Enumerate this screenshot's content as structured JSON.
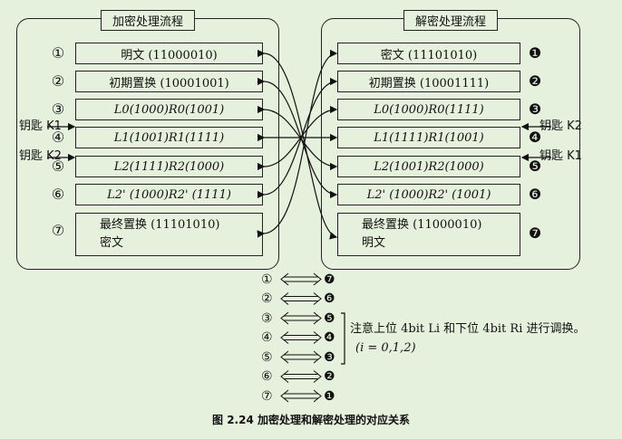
{
  "encrypt": {
    "title": "加密处理流程",
    "steps": [
      {
        "num": "①",
        "text": "明文 (11000010)"
      },
      {
        "num": "②",
        "text": "初期置换 (10001001)"
      },
      {
        "num": "③",
        "text": "L0(1000)R0(1001)"
      },
      {
        "num": "④",
        "text": "L1(1001)R1(1111)"
      },
      {
        "num": "⑤",
        "text": "L2(1111)R2(1000)"
      },
      {
        "num": "⑥",
        "text": "L2' (1000)R2' (1111)"
      },
      {
        "num": "⑦",
        "line1": "最终置换 (11101010)",
        "line2": "密文"
      }
    ],
    "key1": "钥匙 K1",
    "key2": "钥匙 K2"
  },
  "decrypt": {
    "title": "解密处理流程",
    "steps": [
      {
        "num": "❶",
        "text": "密文 (11101010)"
      },
      {
        "num": "❷",
        "text": "初期置换 (10001111)"
      },
      {
        "num": "❸",
        "text": "L0(1000)R0(1111)"
      },
      {
        "num": "❹",
        "text": "L1(1111)R1(1001)"
      },
      {
        "num": "❺",
        "text": "L2(1001)R2(1000)"
      },
      {
        "num": "❻",
        "text": "L2' (1000)R2' (1001)"
      },
      {
        "num": "❼",
        "line1": "最终置换 (11000010)",
        "line2": "明文"
      }
    ],
    "key2": "钥匙 K2",
    "key1": "钥匙 K1"
  },
  "mapping": [
    {
      "left": "①",
      "right": "❼"
    },
    {
      "left": "②",
      "right": "❻"
    },
    {
      "left": "③",
      "right": "❺"
    },
    {
      "left": "④",
      "right": "❹"
    },
    {
      "left": "⑤",
      "right": "❸"
    },
    {
      "left": "⑥",
      "right": "❷"
    },
    {
      "left": "⑦",
      "right": "❶"
    }
  ],
  "note_line1": "注意上位 4bit Li 和下位 4bit Ri 进行调换。",
  "note_line2": "(i = 0,1,2)",
  "caption": "图 2.24   加密处理和解密处理的对应关系"
}
